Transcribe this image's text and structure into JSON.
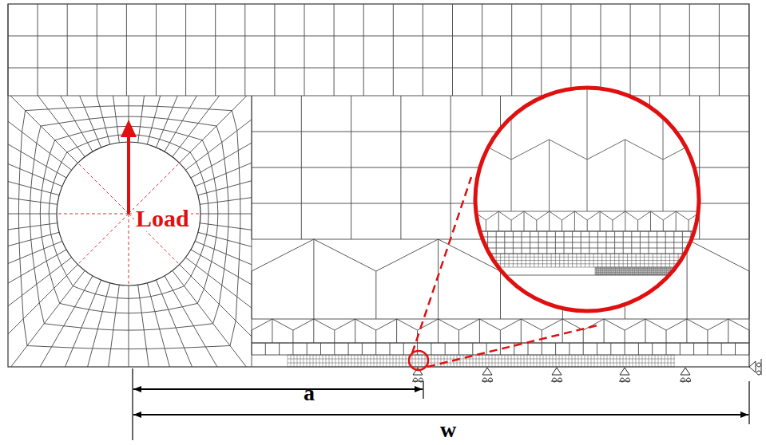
{
  "diagram": {
    "labels": [
      "Load",
      "a",
      "w"
    ]
  }
}
